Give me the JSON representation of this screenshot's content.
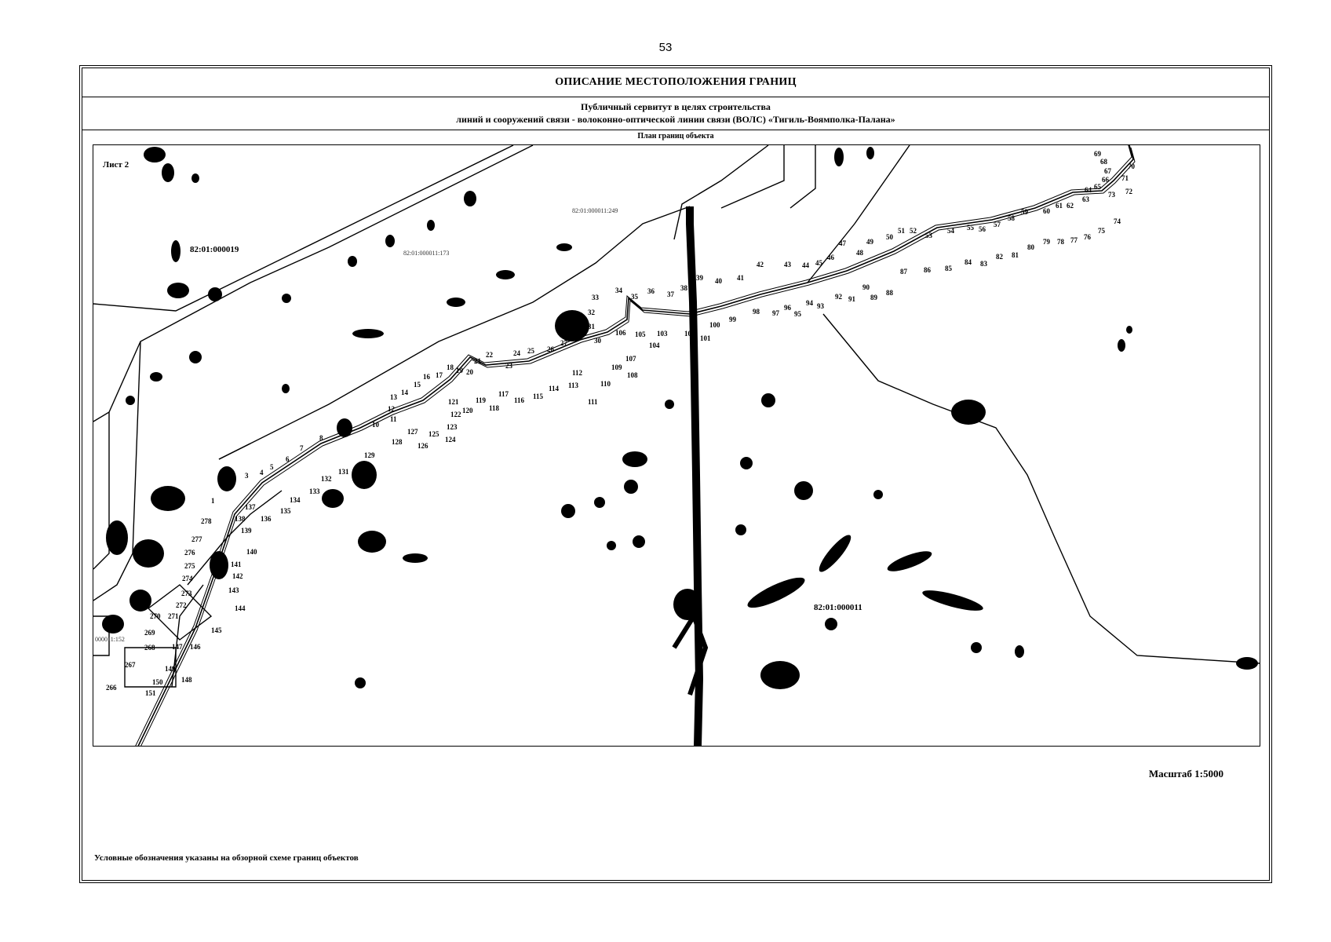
{
  "page": {
    "number": "53"
  },
  "header": {
    "title": "ОПИСАНИЕ МЕСТОПОЛОЖЕНИЯ ГРАНИЦ",
    "subtitle_line1": "Публичный сервитут в целях строительства",
    "subtitle_line2": "линий и сооружений связи - волоконно-оптической линии связи (ВОЛС) «Тигиль-Воямполка-Палана»"
  },
  "map": {
    "caption": "План границ объекта",
    "sheet_label": "Лист 2",
    "parcels": {
      "p19": "82:01:000019",
      "p173": "82:01:000011:173",
      "p249": "82:01:000011:249",
      "p11": "82:01:000011",
      "p152": "000011:152"
    },
    "colors": {
      "ink": "#000000",
      "paper": "#ffffff"
    }
  },
  "footer": {
    "scale": "Масштаб 1:5000",
    "legend_note": "Условные обозначения указаны на обзорной схеме границ объектов"
  }
}
